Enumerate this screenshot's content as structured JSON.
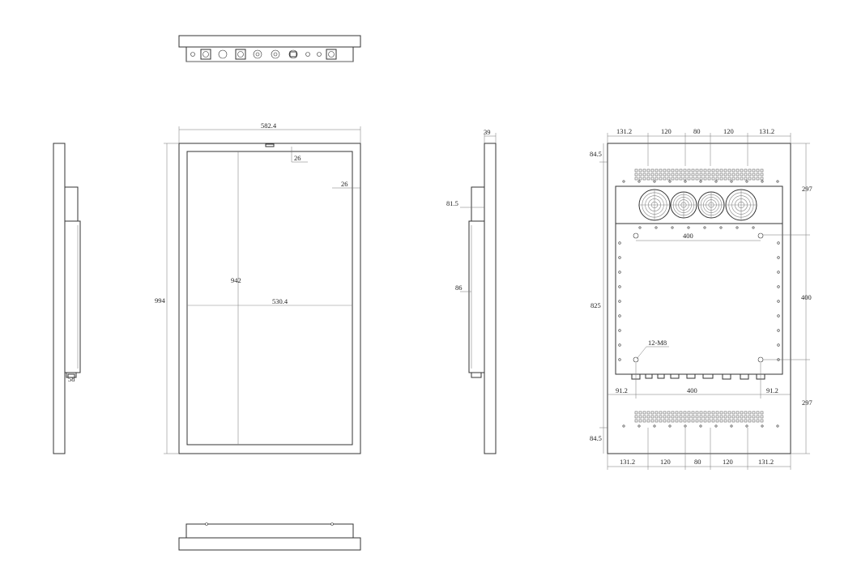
{
  "dimensions": {
    "front": {
      "overall_width": "582.4",
      "overall_height": "994",
      "border_top": "26",
      "border_side": "26",
      "inner_height": "942",
      "inner_width": "530.4"
    },
    "side": {
      "depth": "39",
      "offset_top": "81.5",
      "offset_mid": "86"
    },
    "rear": {
      "top_row": [
        "131.2",
        "120",
        "80",
        "120",
        "131.2"
      ],
      "bottom_row": [
        "131.2",
        "120",
        "80",
        "120",
        "131.2"
      ],
      "left_top": "84.5",
      "left_bottom": "84.5",
      "left_mid": "825",
      "right_top": "297",
      "right_mid": "400",
      "right_bottom": "297",
      "vesa_top": "400",
      "vesa_bottom": "400",
      "vesa_left": "91.2",
      "vesa_right": "91.2",
      "screw_callout": "12-M8"
    }
  }
}
